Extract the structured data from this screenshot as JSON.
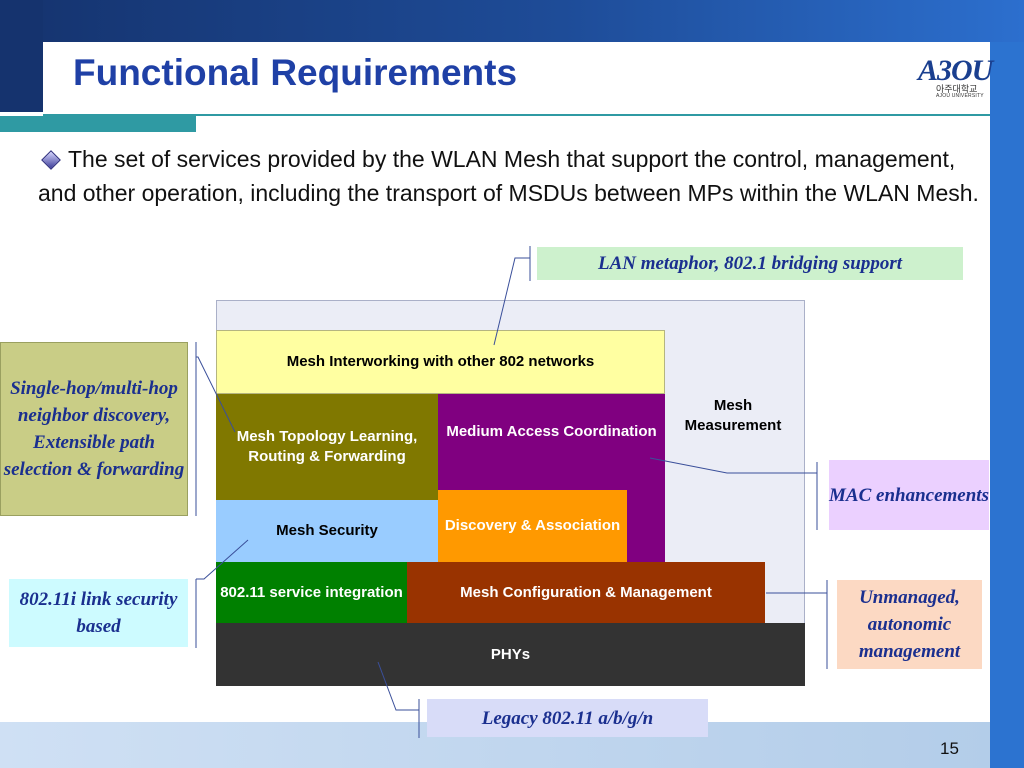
{
  "slide": {
    "title": "Functional Requirements",
    "page_number": "15",
    "bullet": "The set of services provided by the WLAN Mesh that support the control, management, and other operation, including the transport of MSDUs between MPs within the WLAN Mesh.",
    "bullet_icon": "diamond-bullet-icon"
  },
  "logo": {
    "main": "A3OU",
    "sub": "아주대학교",
    "sub2": "AJOU UNIVERSITY"
  },
  "diagram": {
    "interworking": "Mesh Interworking with other 802 networks",
    "topology": "Mesh Topology Learning, Routing & Forwarding",
    "mac": "Medium Access Coordination",
    "measurement": "Mesh Measurement",
    "security": "Mesh Security",
    "discovery": "Discovery & Association",
    "service": "802.11 service integration",
    "config": "Mesh Configuration & Management",
    "phys": "PHYs"
  },
  "notes": {
    "lan": "LAN metaphor, 802.1  bridging support",
    "singlehop": "Single-hop/multi-hop neighbor discovery, Extensible path selection & forwarding",
    "i80211": "802.11i link security based",
    "mac": "MAC enhancements",
    "unmanaged": "Unmanaged, autonomic management",
    "legacy": "Legacy 802.11 a/b/g/n"
  },
  "colors": {
    "title": "#1f40a6",
    "note_text": "#1a2f8f",
    "interworking": "#ffffa1",
    "topology": "#807800",
    "mac": "#800080",
    "security": "#99ccff",
    "discovery": "#ff9900",
    "service": "#008000",
    "config": "#993300",
    "phys": "#333333"
  }
}
